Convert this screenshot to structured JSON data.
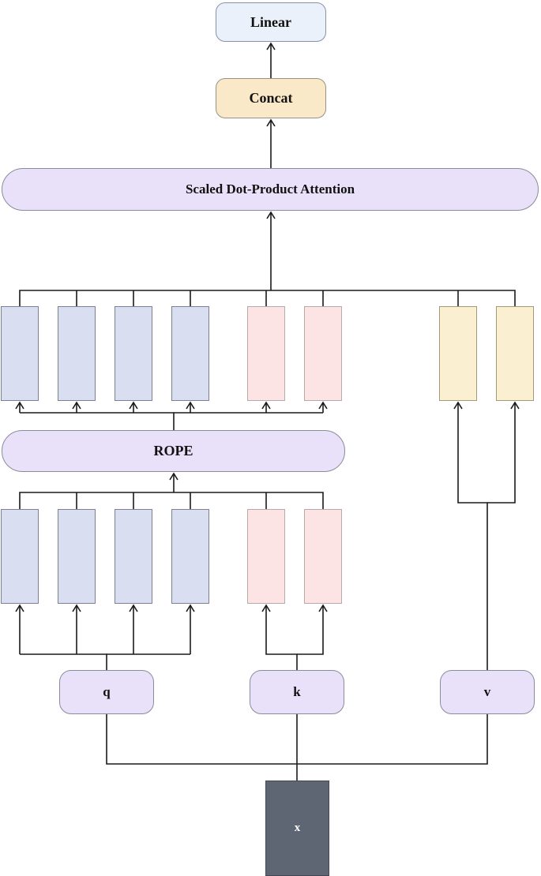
{
  "diagram": {
    "nodes": {
      "linear": "Linear",
      "concat": "Concat",
      "attention": "Scaled Dot-Product Attention",
      "rope": "ROPE",
      "q": "q",
      "k": "k",
      "v": "v",
      "x": "x"
    },
    "head_groups": {
      "query_heads_after_rope": 4,
      "key_heads_after_rope": 2,
      "value_heads": 2,
      "query_heads_before_rope": 4,
      "key_heads_before_rope": 2
    },
    "colors": {
      "query_head": "#d9def0",
      "key_head": "#fce4e4",
      "value_head": "#fbefd2",
      "pill": "#e9e1f9",
      "concat": "#fae9c8",
      "linear": "#ebf1fa",
      "input": "#5f6673",
      "line": "#1a1a1a"
    }
  }
}
